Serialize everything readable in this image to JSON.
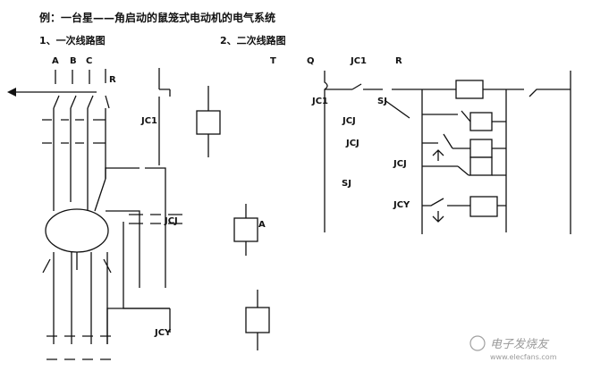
{
  "title": "例：一台星——角启动的鼠笼式电动机的电气系统",
  "primary_heading": "1、一次线路图",
  "secondary_heading": "2、二次线路图",
  "primary": {
    "phase_labels": [
      "A",
      "B",
      "C"
    ],
    "relay_label": "R",
    "jc1_label": "JC1",
    "jcj_label": "JCJ",
    "jcy_label": "JCY",
    "coil_a_label": "A"
  },
  "secondary": {
    "t_label": "T",
    "q_label": "Q",
    "jc1_top_label": "JC1",
    "r_label": "R",
    "jc1_side_label": "JC1",
    "sj_label": "SJ",
    "jcj_label_1": "JCJ",
    "jcj_label_2": "JCJ",
    "jcj_label_3": "JCJ",
    "sj_label_2": "SJ",
    "jcy_label": "JCY"
  },
  "watermark": {
    "brand": "电子发烧友",
    "url": "www.elecfans.com"
  }
}
